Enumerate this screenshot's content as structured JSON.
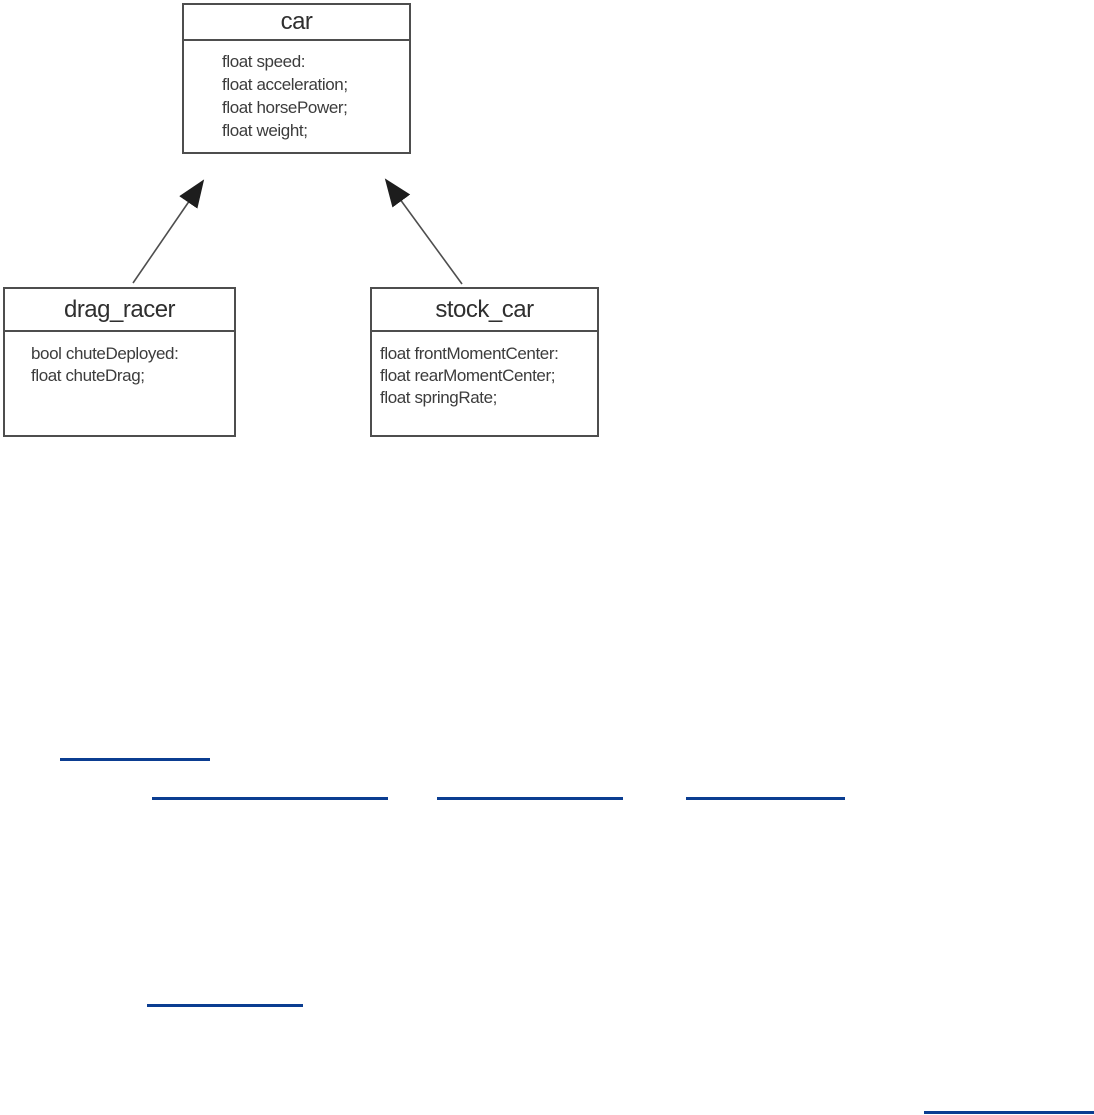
{
  "page": {
    "background": "#ffffff"
  },
  "diagram": {
    "type": "class-inheritance",
    "classes": [
      {
        "name": "car",
        "fields": [
          "float speed:",
          "float acceleration;",
          "float horsePower;",
          "float weight;"
        ]
      },
      {
        "name": "drag_racer",
        "fields": [
          "bool chuteDeployed:",
          "float chuteDrag;"
        ]
      },
      {
        "name": "stock_car",
        "fields": [
          "float frontMomentCenter:",
          "float rearMomentCenter;",
          "float springRate;"
        ]
      }
    ],
    "relations": [
      {
        "from": "drag_racer",
        "to": "car",
        "style": "filled-arrowhead"
      },
      {
        "from": "stock_car",
        "to": "car",
        "style": "filled-arrowhead"
      }
    ]
  },
  "links": {
    "underline_color": "#0b3d91",
    "items": [
      {
        "text": ""
      },
      {
        "text": ""
      },
      {
        "text": ""
      },
      {
        "text": ""
      },
      {
        "text": ""
      },
      {
        "text": ""
      }
    ]
  },
  "colors": {
    "box_border": "#4e4e4e",
    "box_text": "#3c3c3c",
    "arrow_fill": "#1d1d1d",
    "link_underline": "#0b3d91"
  }
}
